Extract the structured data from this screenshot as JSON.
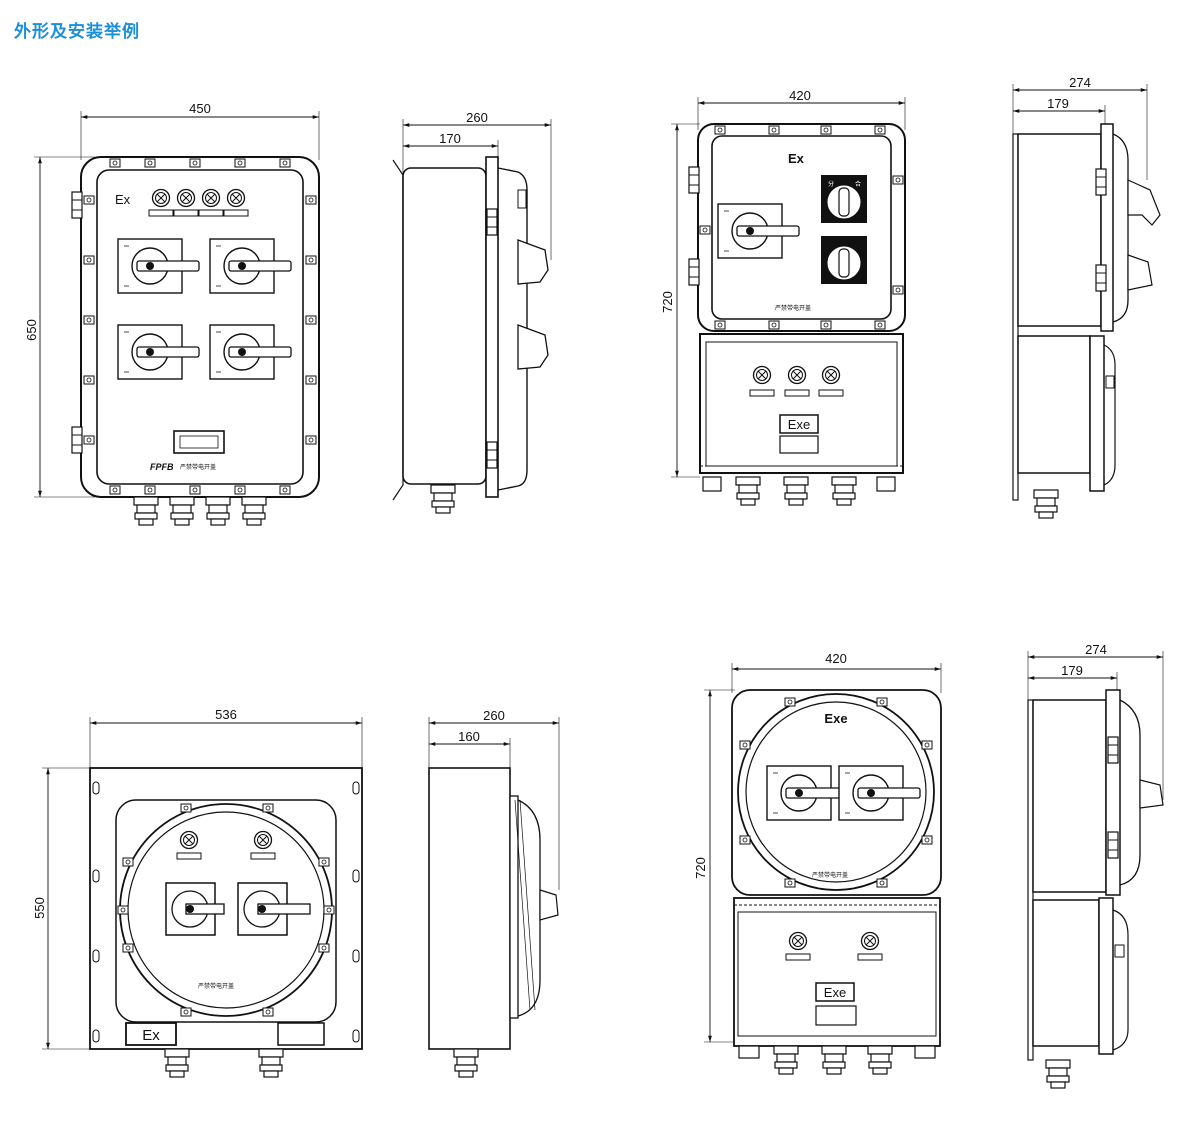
{
  "page": {
    "title": "外形及安装举例"
  },
  "drawings": [
    {
      "front": {
        "width_dim": "450",
        "height_dim": "650",
        "ex_label": "Ex",
        "brand": "FPFB",
        "warning": "严禁带电开盖"
      },
      "side": {
        "total_depth_dim": "260",
        "body_depth_dim": "170"
      }
    },
    {
      "front": {
        "width_dim": "420",
        "height_dim": "720",
        "ex_label": "Ex",
        "lower_label": "Exe",
        "warning": "严禁带电开盖",
        "switch_top": "分",
        "switch_top2": "合"
      },
      "side": {
        "total_depth_dim": "274",
        "body_depth_dim": "179"
      }
    },
    {
      "front": {
        "width_dim": "536",
        "height_dim": "550",
        "ex_label": "Ex",
        "warning": "严禁带电开盖"
      },
      "side": {
        "total_depth_dim": "260",
        "body_depth_dim": "160"
      }
    },
    {
      "front": {
        "width_dim": "420",
        "height_dim": "720",
        "ex_label": "Exe",
        "lower_label": "Exe",
        "warning": "严禁带电开盖"
      },
      "side": {
        "total_depth_dim": "274",
        "body_depth_dim": "179"
      }
    }
  ]
}
